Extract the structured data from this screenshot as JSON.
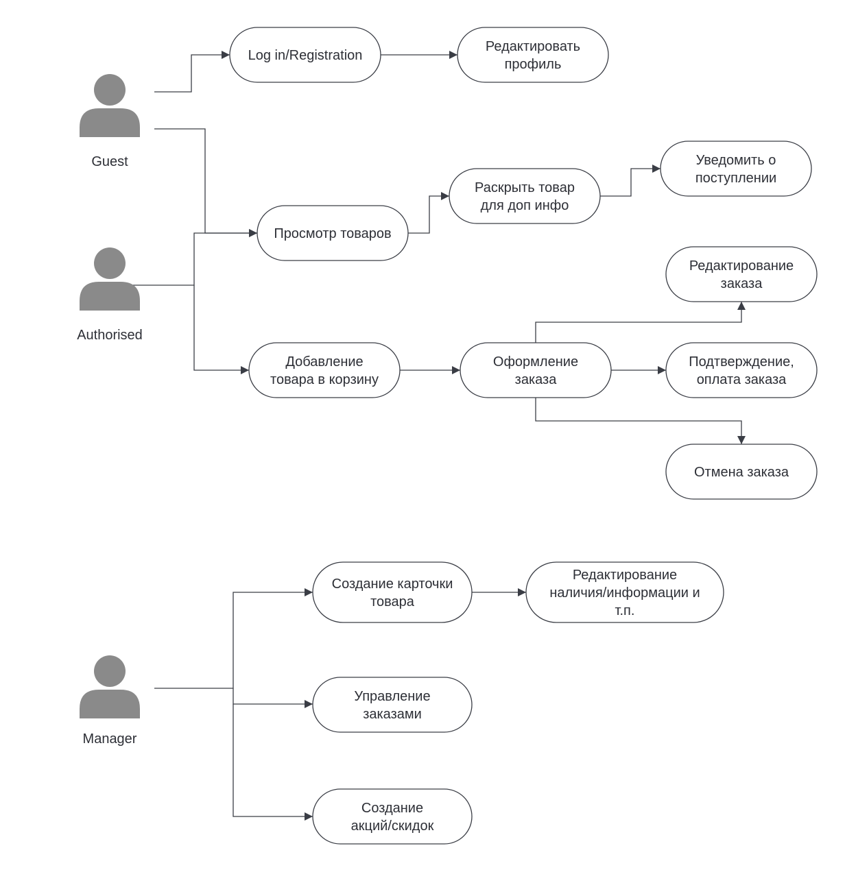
{
  "actors": {
    "guest": {
      "label": "Guest"
    },
    "authorised": {
      "label": "Authorised"
    },
    "manager": {
      "label": "Manager"
    }
  },
  "nodes": {
    "login": {
      "lines": [
        "Log in/Registration"
      ]
    },
    "edit_profile": {
      "lines": [
        "Редактировать",
        "профиль"
      ]
    },
    "browse": {
      "lines": [
        "Просмотр товаров"
      ]
    },
    "expand": {
      "lines": [
        "Раскрыть товар",
        "для доп инфо"
      ]
    },
    "notify": {
      "lines": [
        "Уведомить о",
        "поступлении"
      ]
    },
    "edit_order": {
      "lines": [
        "Редактирование",
        "заказа"
      ]
    },
    "add_cart": {
      "lines": [
        "Добавление",
        "товара в корзину"
      ]
    },
    "checkout": {
      "lines": [
        "Оформление",
        "заказа"
      ]
    },
    "confirm_pay": {
      "lines": [
        "Подтверждение,",
        "оплата заказа"
      ]
    },
    "cancel": {
      "lines": [
        "Отмена заказа"
      ]
    },
    "create_card": {
      "lines": [
        "Создание карточки",
        "товара"
      ]
    },
    "edit_stock": {
      "lines": [
        "Редактирование",
        "наличия/информации и",
        "т.п."
      ]
    },
    "manage_orders": {
      "lines": [
        "Управление",
        "заказами"
      ]
    },
    "promos": {
      "lines": [
        "Создание",
        "акций/скидок"
      ]
    }
  },
  "colors": {
    "actor_fill": "#8a8a8a",
    "stroke": "#3a3d45",
    "text": "#2d2f36",
    "background": "#ffffff"
  }
}
